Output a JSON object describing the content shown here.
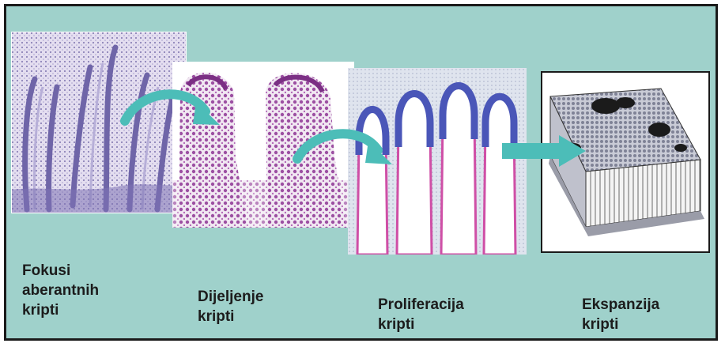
{
  "colors": {
    "background": "#9fd1cb",
    "border": "#1a1a1a",
    "arrow": "#4cbdb8",
    "label": "#1c1c1c"
  },
  "panels": [
    {
      "id": "aberrant-crypt-foci",
      "label": "Fokusi\naberantnih\nkripti"
    },
    {
      "id": "crypt-division",
      "label": "Dijeljenje\nkripti"
    },
    {
      "id": "crypt-proliferation",
      "label": "Proliferacija\nkripti"
    },
    {
      "id": "crypt-expansion",
      "label": "Ekspanzija\nkripti"
    }
  ],
  "arrows": [
    "curved",
    "curved",
    "straight"
  ],
  "icons": [
    "curved-arrow-icon",
    "curved-arrow-icon",
    "straight-arrow-icon"
  ]
}
